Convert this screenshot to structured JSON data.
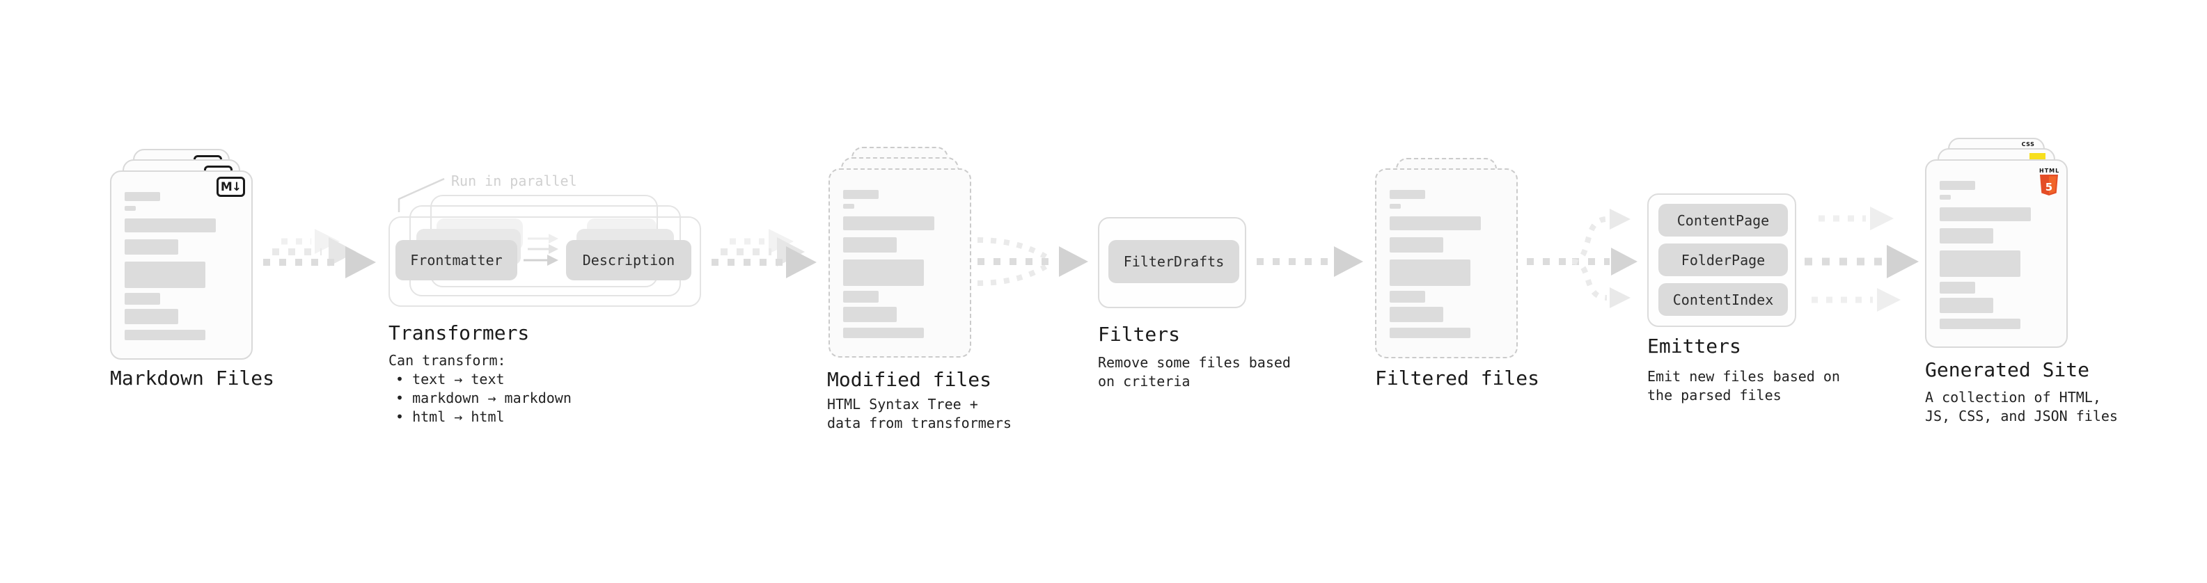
{
  "markdown_files": {
    "label": "Markdown Files",
    "badge_text": "M↓"
  },
  "transformers": {
    "label": "Transformers",
    "annotation": "Run in parallel",
    "plugin_left": "Frontmatter",
    "plugin_right": "Description",
    "caption_heading": "Can transform:",
    "bullets": [
      "• text → text",
      "• markdown → markdown",
      "• html → html"
    ]
  },
  "modified_files": {
    "label": "Modified files",
    "caption_line1": "HTML Syntax Tree +",
    "caption_line2": "data from transformers"
  },
  "filters": {
    "label": "Filters",
    "plugin": "FilterDrafts",
    "caption_line1": "Remove some files based",
    "caption_line2": "on criteria"
  },
  "filtered_files": {
    "label": "Filtered files"
  },
  "emitters": {
    "label": "Emitters",
    "plugins": [
      "ContentPage",
      "FolderPage",
      "ContentIndex"
    ],
    "caption_line1": "Emit new files based on",
    "caption_line2": "the parsed files"
  },
  "generated_site": {
    "label": "Generated Site",
    "caption_line1": "A collection of HTML,",
    "caption_line2": "JS, CSS, and JSON files",
    "html5_badge_text": "HTML",
    "html5_badge_number": "5",
    "css_badge_text": "CSS"
  },
  "colors": {
    "html5_orange": "#e44d26",
    "html5_orange_light": "#f16529",
    "js_yellow": "#f7df1e",
    "css_blue": "#2965f1",
    "card_border": "#d9d9d9",
    "dashed_border": "#cbcbcb",
    "bar_fill": "#dcdcdc",
    "plugin_fill": "#dbdbdb",
    "arrow_dash": "#dcdcdc",
    "arrow_head": "#d2d2d2",
    "annotation_gray": "#d0d0d0",
    "text": "#1b1b1b"
  }
}
